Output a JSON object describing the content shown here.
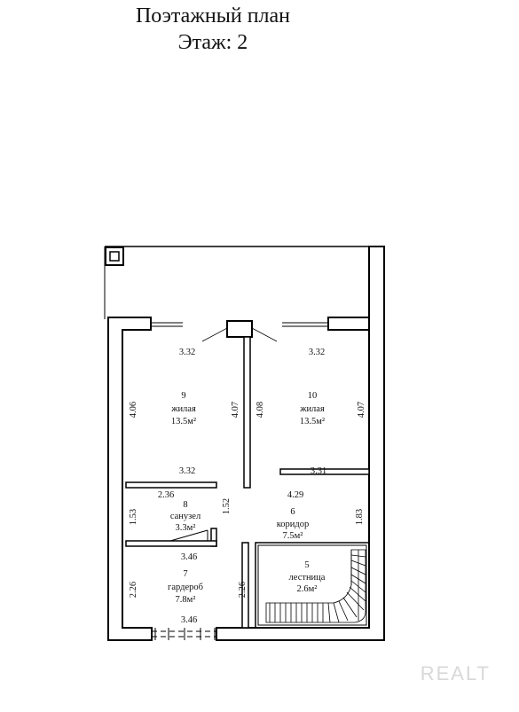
{
  "title": {
    "line1": "Поэтажный план",
    "line2": "Этаж: 2"
  },
  "rooms": [
    {
      "number": "9",
      "name": "жилая",
      "area": "13.5м²"
    },
    {
      "number": "10",
      "name": "жилая",
      "area": "13.5м²"
    },
    {
      "number": "8",
      "name": "санузел",
      "area": "3.3м²"
    },
    {
      "number": "6",
      "name": "коридор",
      "area": "7.5м²"
    },
    {
      "number": "7",
      "name": "гардероб",
      "area": "7.8м²"
    },
    {
      "number": "5",
      "name": "лестница",
      "area": "2.6м²"
    }
  ],
  "dimensions": {
    "room9_top": "3.32",
    "room10_top": "3.32",
    "room9_left": "4.06",
    "room9_right": "4.07",
    "room10_left": "4.08",
    "room10_right": "4.07",
    "room9_bottom": "3.32",
    "room10_bottom": "3.31",
    "bath_top": "2.36",
    "corridor_top": "4.29",
    "bath_left": "1.53",
    "bath_right": "1.52",
    "corridor_right": "1.83",
    "wardrobe_top": "3.46",
    "wardrobe_left": "2.26",
    "wardrobe_right": "2.26",
    "wardrobe_bottom": "3.46"
  },
  "watermark": "REALT",
  "colors": {
    "wall": "#000000",
    "background": "#ffffff",
    "watermark": "#d8d8d8"
  }
}
